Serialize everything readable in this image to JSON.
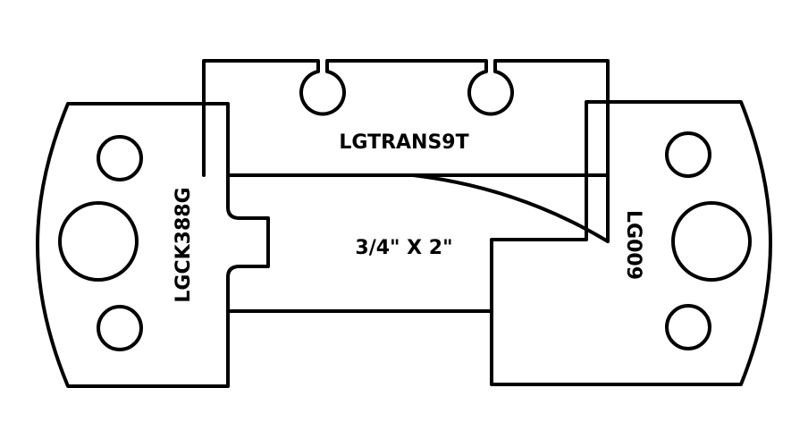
{
  "diagram": {
    "labels": {
      "top_plate": "LGTRANS9T",
      "size": "3/4\" X 2\"",
      "left_plate": "LGCK388G",
      "right_plate": "LG009"
    },
    "colors": {
      "stroke": "#000000",
      "background": "#ffffff"
    }
  }
}
